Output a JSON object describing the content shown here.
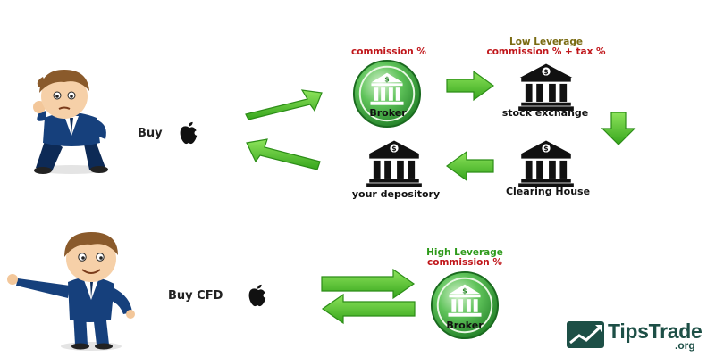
{
  "top_flow": {
    "buy_label": "Buy",
    "broker": {
      "label": "Broker",
      "fee": "commission %"
    },
    "exchange": {
      "label": "stock exchange",
      "leverage": "Low Leverage",
      "fee": "commission % + tax %"
    },
    "clearing": {
      "label": "Clearing House"
    },
    "depository": {
      "label": "your depository"
    }
  },
  "bottom_flow": {
    "buy_label": "Buy CFD",
    "broker": {
      "label": "Broker",
      "leverage": "High Leverage",
      "fee": "commission %"
    }
  },
  "logo": {
    "text": "TipsTrade",
    "suffix": ".org"
  },
  "colors": {
    "arrow": "#4cc12a",
    "fee_text": "#c0161a",
    "leverage_low": "#7a6b12",
    "leverage_high": "#2e9a1b",
    "broker_badge": "#3fae3a",
    "logo": "#1d4f46"
  },
  "icons": [
    "businessman-thinking",
    "apple-logo",
    "broker-bank-badge",
    "bank-building",
    "businessman-pointing",
    "tipstrade-logo"
  ]
}
